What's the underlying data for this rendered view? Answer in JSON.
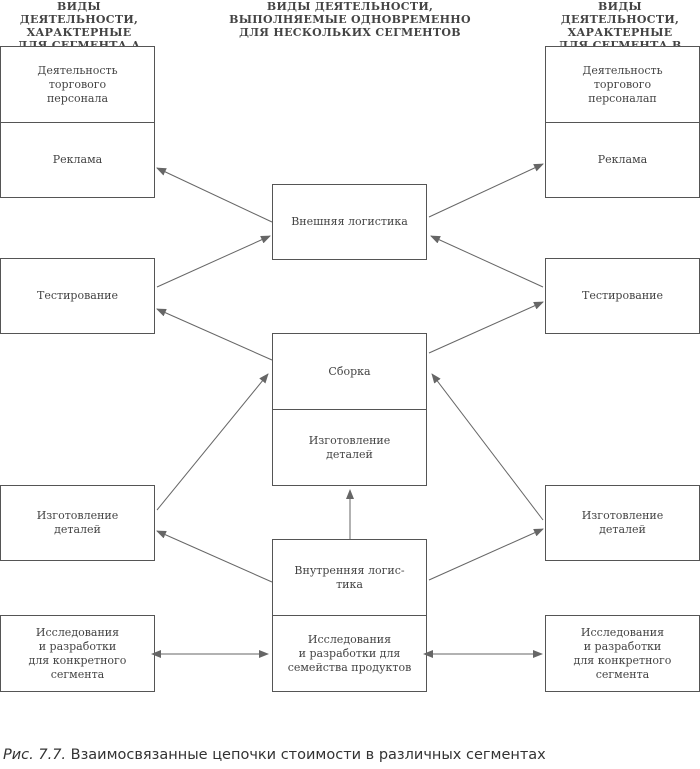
{
  "headers": {
    "left": "ВИДЫ ДЕЯТЕЛЬНОСТИ,\nХАРАКТЕРНЫЕ\nДЛЯ СЕГМЕНТА А",
    "center": "ВИДЫ ДЕЯТЕЛЬНОСТИ,\nВЫПОЛНЯЕМЫЕ ОДНОВРЕМЕННО\nДЛЯ НЕСКОЛЬКИХ СЕГМЕНТОВ",
    "right": "ВИДЫ ДЕЯТЕЛЬНОСТИ,\nХАРАКТЕРНЫЕ\nДЛЯ СЕГМЕНТА В"
  },
  "left": {
    "sales": "Деятельность\nторгового\nперсонала",
    "ads": "Реклама",
    "testing": "Тестирование",
    "parts": "Изготовление\nдеталей",
    "rnd": "Исследования\nи разработки\nдля конкретного\nсегмента"
  },
  "center": {
    "ext_logistics": "Внешняя логистика",
    "assembly": "Сборка",
    "parts": "Изготовление\nдеталей",
    "int_logistics": "Внутренняя логис-\nтика",
    "rnd": "Исследования\nи разработки для\nсемейства продуктов"
  },
  "right": {
    "sales": "Деятельность\nторгового\nперсоналап",
    "ads": "Реклама",
    "testing": "Тестирование",
    "parts": "Изготовление\nдеталей",
    "rnd": "Исследования\nи разработки\nдля конкретного\nсегмента"
  },
  "caption": {
    "number": "Рис. 7.7.",
    "text": " Взаимосвязанные цепочки стоимости в различных сегментах"
  }
}
